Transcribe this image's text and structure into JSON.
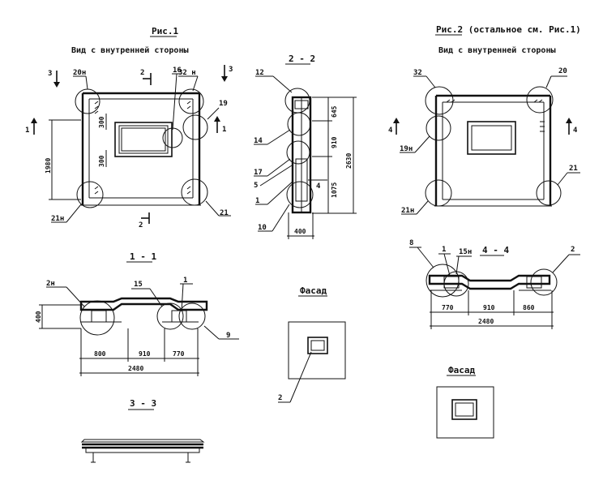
{
  "fig1": {
    "title": "Рис.1",
    "subtitle": "Вид с внутренней стороны",
    "section_marks": {
      "s3_left": "3",
      "s3_right": "3",
      "s2_top": "2",
      "s2_bottom": "2",
      "s1_left": "1",
      "s1_right": "1"
    },
    "callouts": {
      "c20n": "20н",
      "c16": "16",
      "c32n": "32 н",
      "c19": "19",
      "c21n": "21н",
      "c21": "21"
    },
    "dims": {
      "d300a": "300",
      "d300b": "300",
      "d1980": "1980"
    }
  },
  "section22": {
    "title": "2 - 2",
    "callouts": {
      "c12": "12",
      "c14": "14",
      "c17": "17",
      "c5": "5",
      "c1": "1",
      "c10": "10",
      "c4": "4"
    },
    "dims": {
      "d645": "645",
      "d910": "910",
      "d1075": "1075",
      "d2630": "2630",
      "d400": "400"
    }
  },
  "fig2": {
    "title": "Рис.2 (остальное см. Рис.1)",
    "subtitle": "Вид с внутренней стороны",
    "section_marks": {
      "s4_left": "4",
      "s4_right": "4"
    },
    "callouts": {
      "c32": "32",
      "c20": "20",
      "c19n": "19н",
      "c21": "21",
      "c21n": "21н"
    }
  },
  "section11": {
    "title": "1 - 1",
    "callouts": {
      "c2n": "2н",
      "c15": "15",
      "c1": "1",
      "c9": "9"
    },
    "dims": {
      "d400": "400",
      "d800": "800",
      "d910": "910",
      "d770": "770",
      "d2480": "2480"
    }
  },
  "section44": {
    "title": "4 - 4",
    "callouts": {
      "c8": "8",
      "c1": "1",
      "c15n": "15н",
      "c2": "2"
    },
    "dims": {
      "d770": "770",
      "d910": "910",
      "d860": "860",
      "d2480": "2480"
    }
  },
  "facade1": {
    "title": "Фасад",
    "callouts": {
      "c2": "2"
    }
  },
  "facade2": {
    "title": "Фасад"
  },
  "section33": {
    "title": "3 - 3"
  }
}
